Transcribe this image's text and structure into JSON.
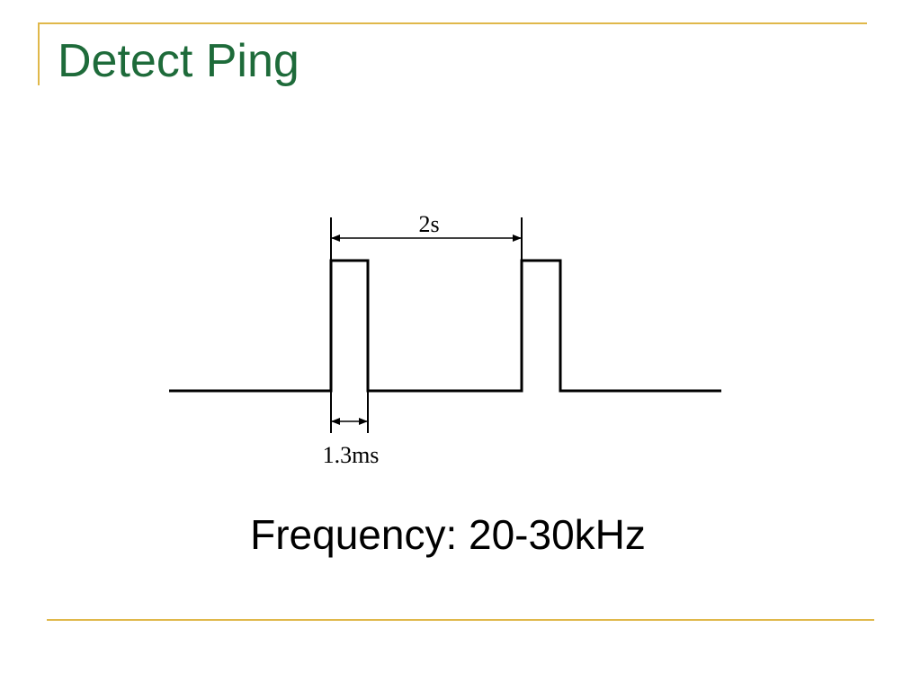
{
  "slide": {
    "title": "Detect Ping",
    "caption": "Frequency: 20-30kHz",
    "accent_color": "#e0b84a",
    "title_color": "#1e6b3a"
  },
  "diagram": {
    "period_label": "2s",
    "pulse_width_label": "1.3ms"
  }
}
